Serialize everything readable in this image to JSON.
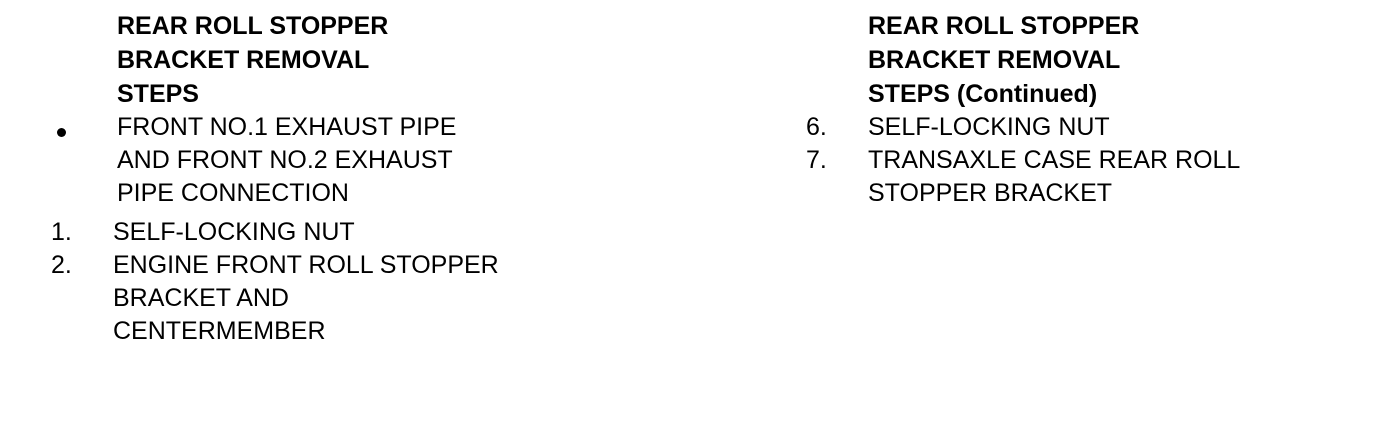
{
  "left_column": {
    "title_lines": [
      "REAR ROLL STOPPER",
      "BRACKET REMOVAL",
      "STEPS"
    ],
    "bullet_item": {
      "lines": [
        "FRONT NO.1 EXHAUST PIPE",
        "AND FRONT NO.2 EXHAUST",
        "PIPE CONNECTION"
      ]
    },
    "items": [
      {
        "number": "1.",
        "lines": [
          "SELF-LOCKING NUT"
        ]
      },
      {
        "number": "2.",
        "lines": [
          "ENGINE FRONT ROLL STOPPER",
          "BRACKET AND",
          "CENTERMEMBER"
        ]
      }
    ]
  },
  "right_column": {
    "title_lines": [
      "REAR ROLL STOPPER",
      "BRACKET REMOVAL",
      "STEPS (Continued)"
    ],
    "items": [
      {
        "number": "6.",
        "lines": [
          "SELF-LOCKING NUT"
        ]
      },
      {
        "number": "7.",
        "lines": [
          "TRANSAXLE CASE REAR ROLL",
          "STOPPER BRACKET"
        ]
      }
    ]
  }
}
